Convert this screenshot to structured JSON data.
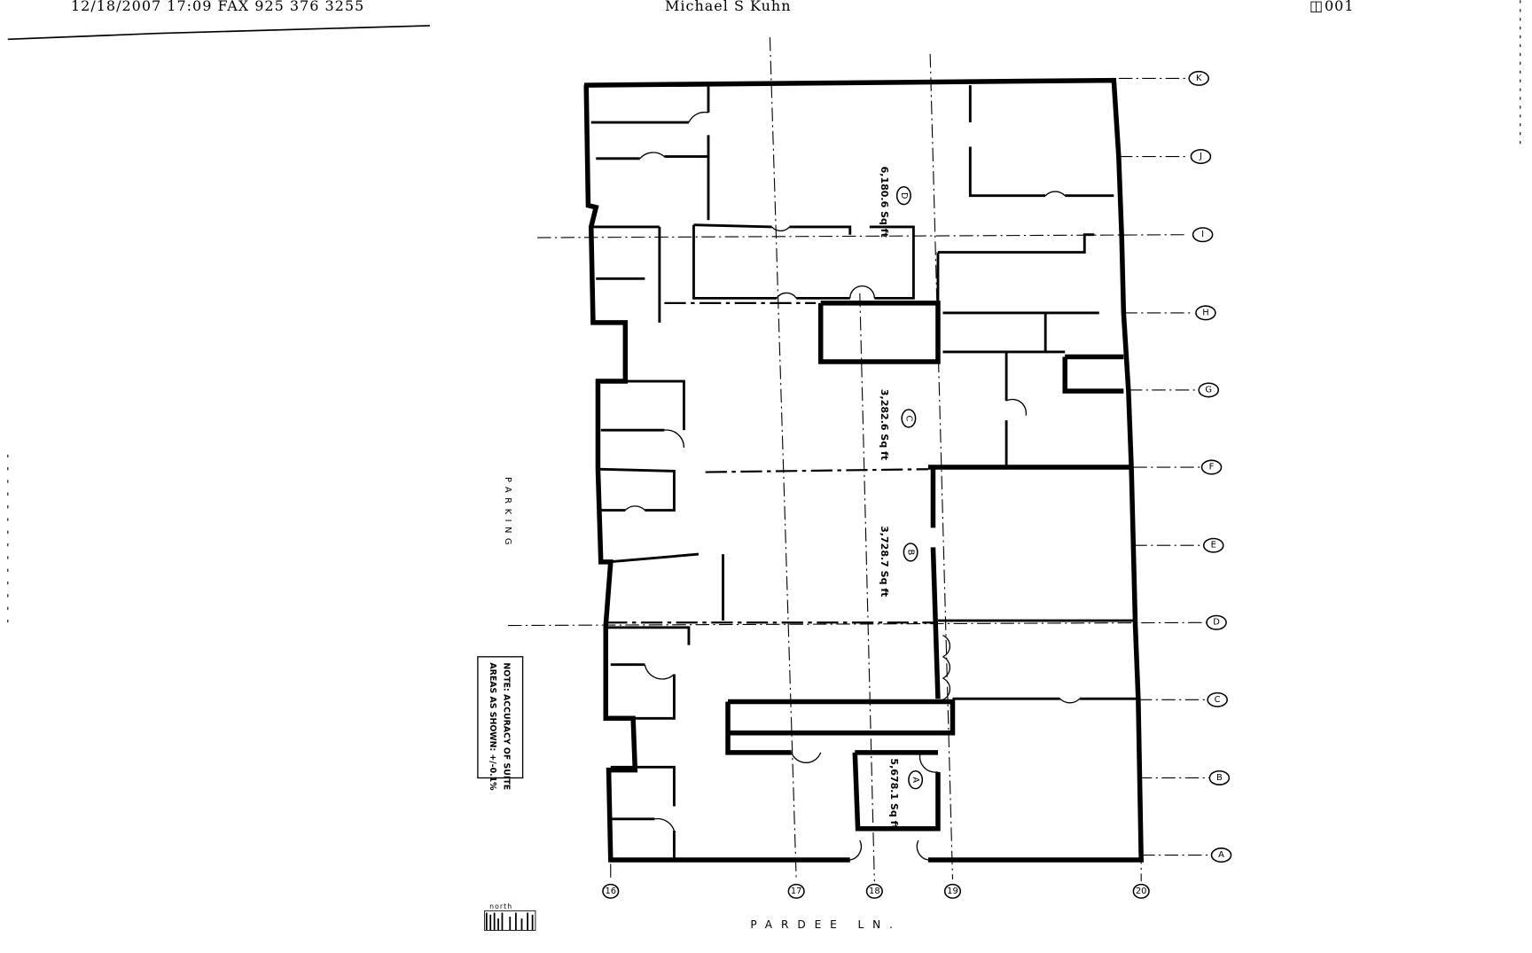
{
  "header": {
    "fax_line": "12/18/2007 17:09 FAX 925 376 3255",
    "sender": "Michael S Kuhn",
    "page": "001",
    "page_icon": "fax-page-icon"
  },
  "plan": {
    "suites": [
      {
        "letter": "D",
        "area": "6,180.6 Sq ft"
      },
      {
        "letter": "C",
        "area": "3,282.6 Sq ft"
      },
      {
        "letter": "B",
        "area": "3,728.7 Sq ft"
      },
      {
        "letter": "A",
        "area": "5,678.1 Sq ft"
      }
    ],
    "grid_rows": [
      "K",
      "J",
      "I",
      "H",
      "G",
      "F",
      "E",
      "D",
      "C",
      "B",
      "A"
    ],
    "grid_cols": [
      "16",
      "17",
      "18",
      "19",
      "20"
    ],
    "parking_label": "PARKING",
    "street_label": "PARDEE LN.",
    "note_line1": "NOTE: ACCURACY OF SUITE",
    "note_line2": "AREAS AS SHOWN: +/-0.1%",
    "north_label": "north"
  }
}
